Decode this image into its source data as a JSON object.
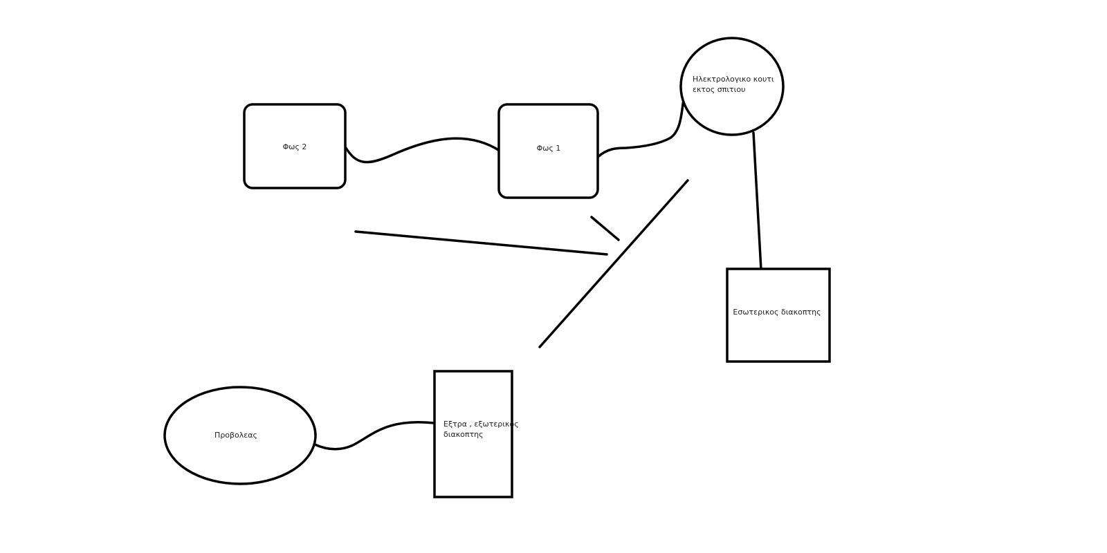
{
  "diagram": {
    "nodes": {
      "fos2": {
        "label": "Φως 2",
        "shape": "rounded-rect"
      },
      "fos1": {
        "label": "Φως 1",
        "shape": "rounded-rect"
      },
      "electrical_box": {
        "label_lines": [
          "Ηλεκτρολογικο κουτι",
          "εκτος σπιτιου"
        ],
        "shape": "circle"
      },
      "inner_switch": {
        "label": "Εσωτερικος διακοπτης",
        "shape": "rect"
      },
      "floodlight": {
        "label": "Προβολεας",
        "shape": "ellipse"
      },
      "extra_switch": {
        "label_lines": [
          "Εξτρα , εξωτερικος",
          "διακοπτης"
        ],
        "shape": "rect"
      }
    },
    "connections": [
      {
        "from": "fos2",
        "to": "fos1"
      },
      {
        "from": "fos1",
        "to": "electrical_box"
      },
      {
        "from": "electrical_box",
        "to": "inner_switch"
      },
      {
        "from": "floodlight",
        "to": "extra_switch"
      }
    ],
    "colors": {
      "stroke": "#000000",
      "background": "#ffffff",
      "text": "#222222"
    }
  }
}
